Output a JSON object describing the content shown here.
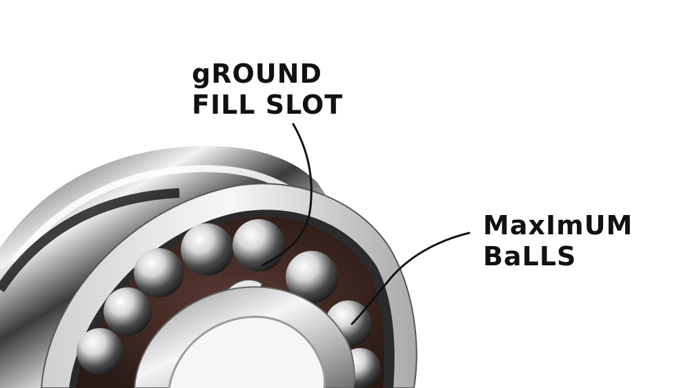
{
  "annotations": {
    "fill_slot": {
      "line1": "gROUND",
      "line2": "FILL SLOT"
    },
    "max_balls": {
      "line1": "MaxImUM",
      "line2": "BaLLS"
    }
  },
  "colors": {
    "background": "#ffffff",
    "ink": "#111111",
    "chrome_light": "#f4f4f4",
    "chrome_dark": "#1a1a1a",
    "cage_rust": "#3b2420"
  }
}
